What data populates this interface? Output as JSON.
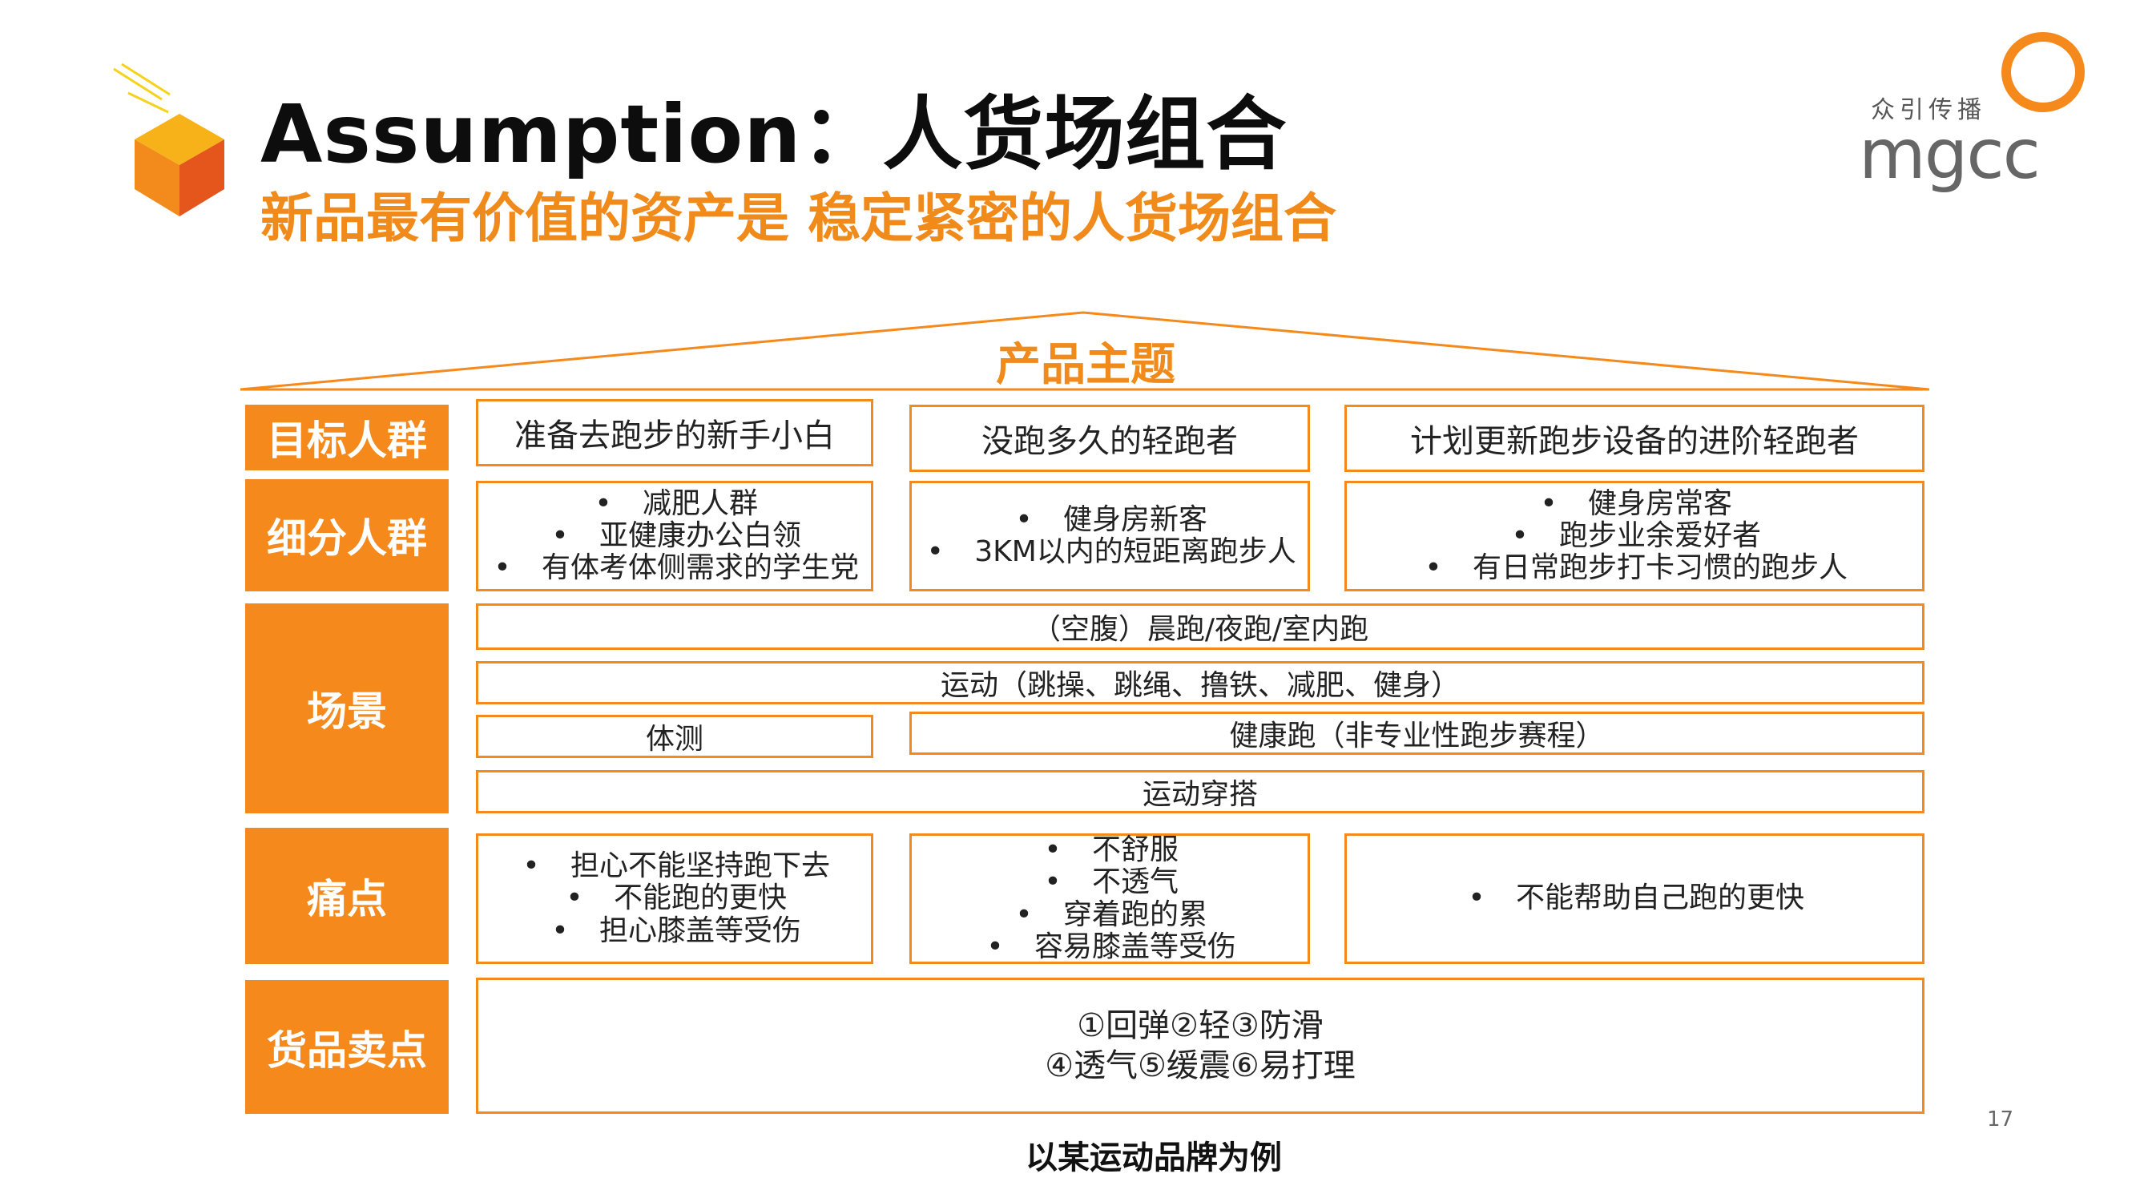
{
  "title": "Assumption：人货场组合",
  "subtitle": "新品最有价值的资产是 稳定紧密的人货场组合",
  "logo": {
    "cn": "众引传播",
    "en": "mgcc"
  },
  "roof_label": "产品主题",
  "categories": {
    "target": "目标人群",
    "segment": "细分人群",
    "scene": "场景",
    "pain": "痛点",
    "selling": "货品卖点"
  },
  "targets": [
    "准备去跑步的新手小白",
    "没跑多久的轻跑者",
    "计划更新跑步设备的进阶轻跑者"
  ],
  "segments": [
    [
      "减肥人群",
      "亚健康办公白领",
      "有体考体侧需求的学生党"
    ],
    [
      "健身房新客",
      "3KM以内的短距离跑步人"
    ],
    [
      "健身房常客",
      "跑步业余爱好者",
      "有日常跑步打卡习惯的跑步人"
    ]
  ],
  "scenes": {
    "row1": "（空腹）晨跑/夜跑/室内跑",
    "row2": "运动（跳操、跳绳、撸铁、减肥、健身）",
    "row3_left": "体测",
    "row3_right": "健康跑（非专业性跑步赛程）",
    "row4": "运动穿搭"
  },
  "pains": [
    [
      "担心不能坚持跑下去",
      "不能跑的更快",
      "担心膝盖等受伤"
    ],
    [
      "不舒服",
      "不透气",
      "穿着跑的累",
      "容易膝盖等受伤"
    ],
    [
      "不能帮助自己跑的更快"
    ]
  ],
  "selling": {
    "line1": "①回弹②轻③防滑",
    "line2": "④透气⑤缓震⑥易打理"
  },
  "bullet": "•",
  "page_number": "17",
  "footnote": "以某运动品牌为例",
  "colors": {
    "accent": "#f5891c",
    "title": "#0d0d0d"
  }
}
